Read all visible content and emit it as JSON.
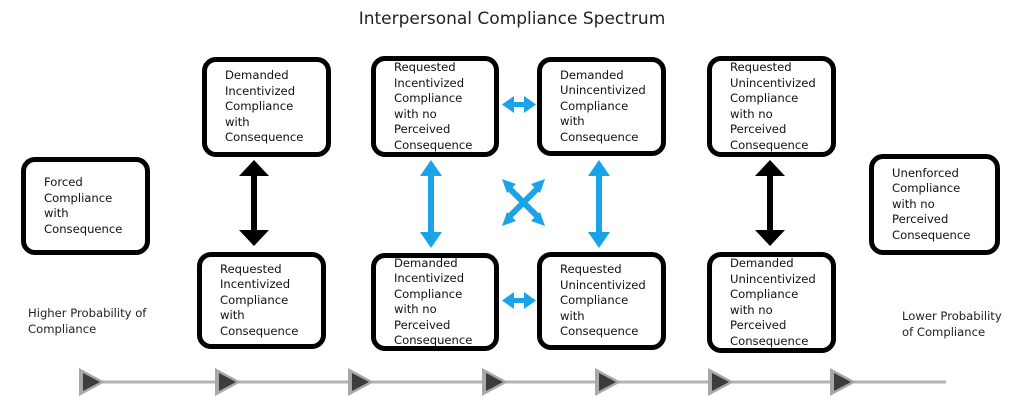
{
  "title": "Interpersonal Compliance Spectrum",
  "boxes": {
    "forced": "Forced Compliance with Consequence",
    "demanded_incentivized": "Demanded Incentivized Compliance with Consequence",
    "requested_incentivized": "Requested Incentivized Compliance with Consequence",
    "requested_incentivized_no_consequence": "Requested Incentivized Compliance with no Perceived Consequence",
    "demanded_incentivized_no_consequence": "Demanded Incentivized Compliance with no Perceived Consequence",
    "demanded_unincentivized": "Demanded Unincentivized Compliance with Consequence",
    "requested_unincentivized": "Requested Unincentivized Compliance with Consequence",
    "requested_unincentivized_no_consequence": "Requested Unincentivized Compliance with no Perceived Consequence",
    "demanded_unincentivized_no_consequence": "Demanded Unincentivized Compliance with no Perceived Consequence",
    "unenforced": "Unenforced Compliance with no Perceived Consequence"
  },
  "labels": {
    "higher": "Higher Probability of Compliance",
    "lower": "Lower Probability of Compliance"
  },
  "colors": {
    "black_arrow": "#000000",
    "blue_arrow": "#1aa3e8",
    "timeline": "#b3b3b3",
    "marker": "#3c3c3c"
  }
}
